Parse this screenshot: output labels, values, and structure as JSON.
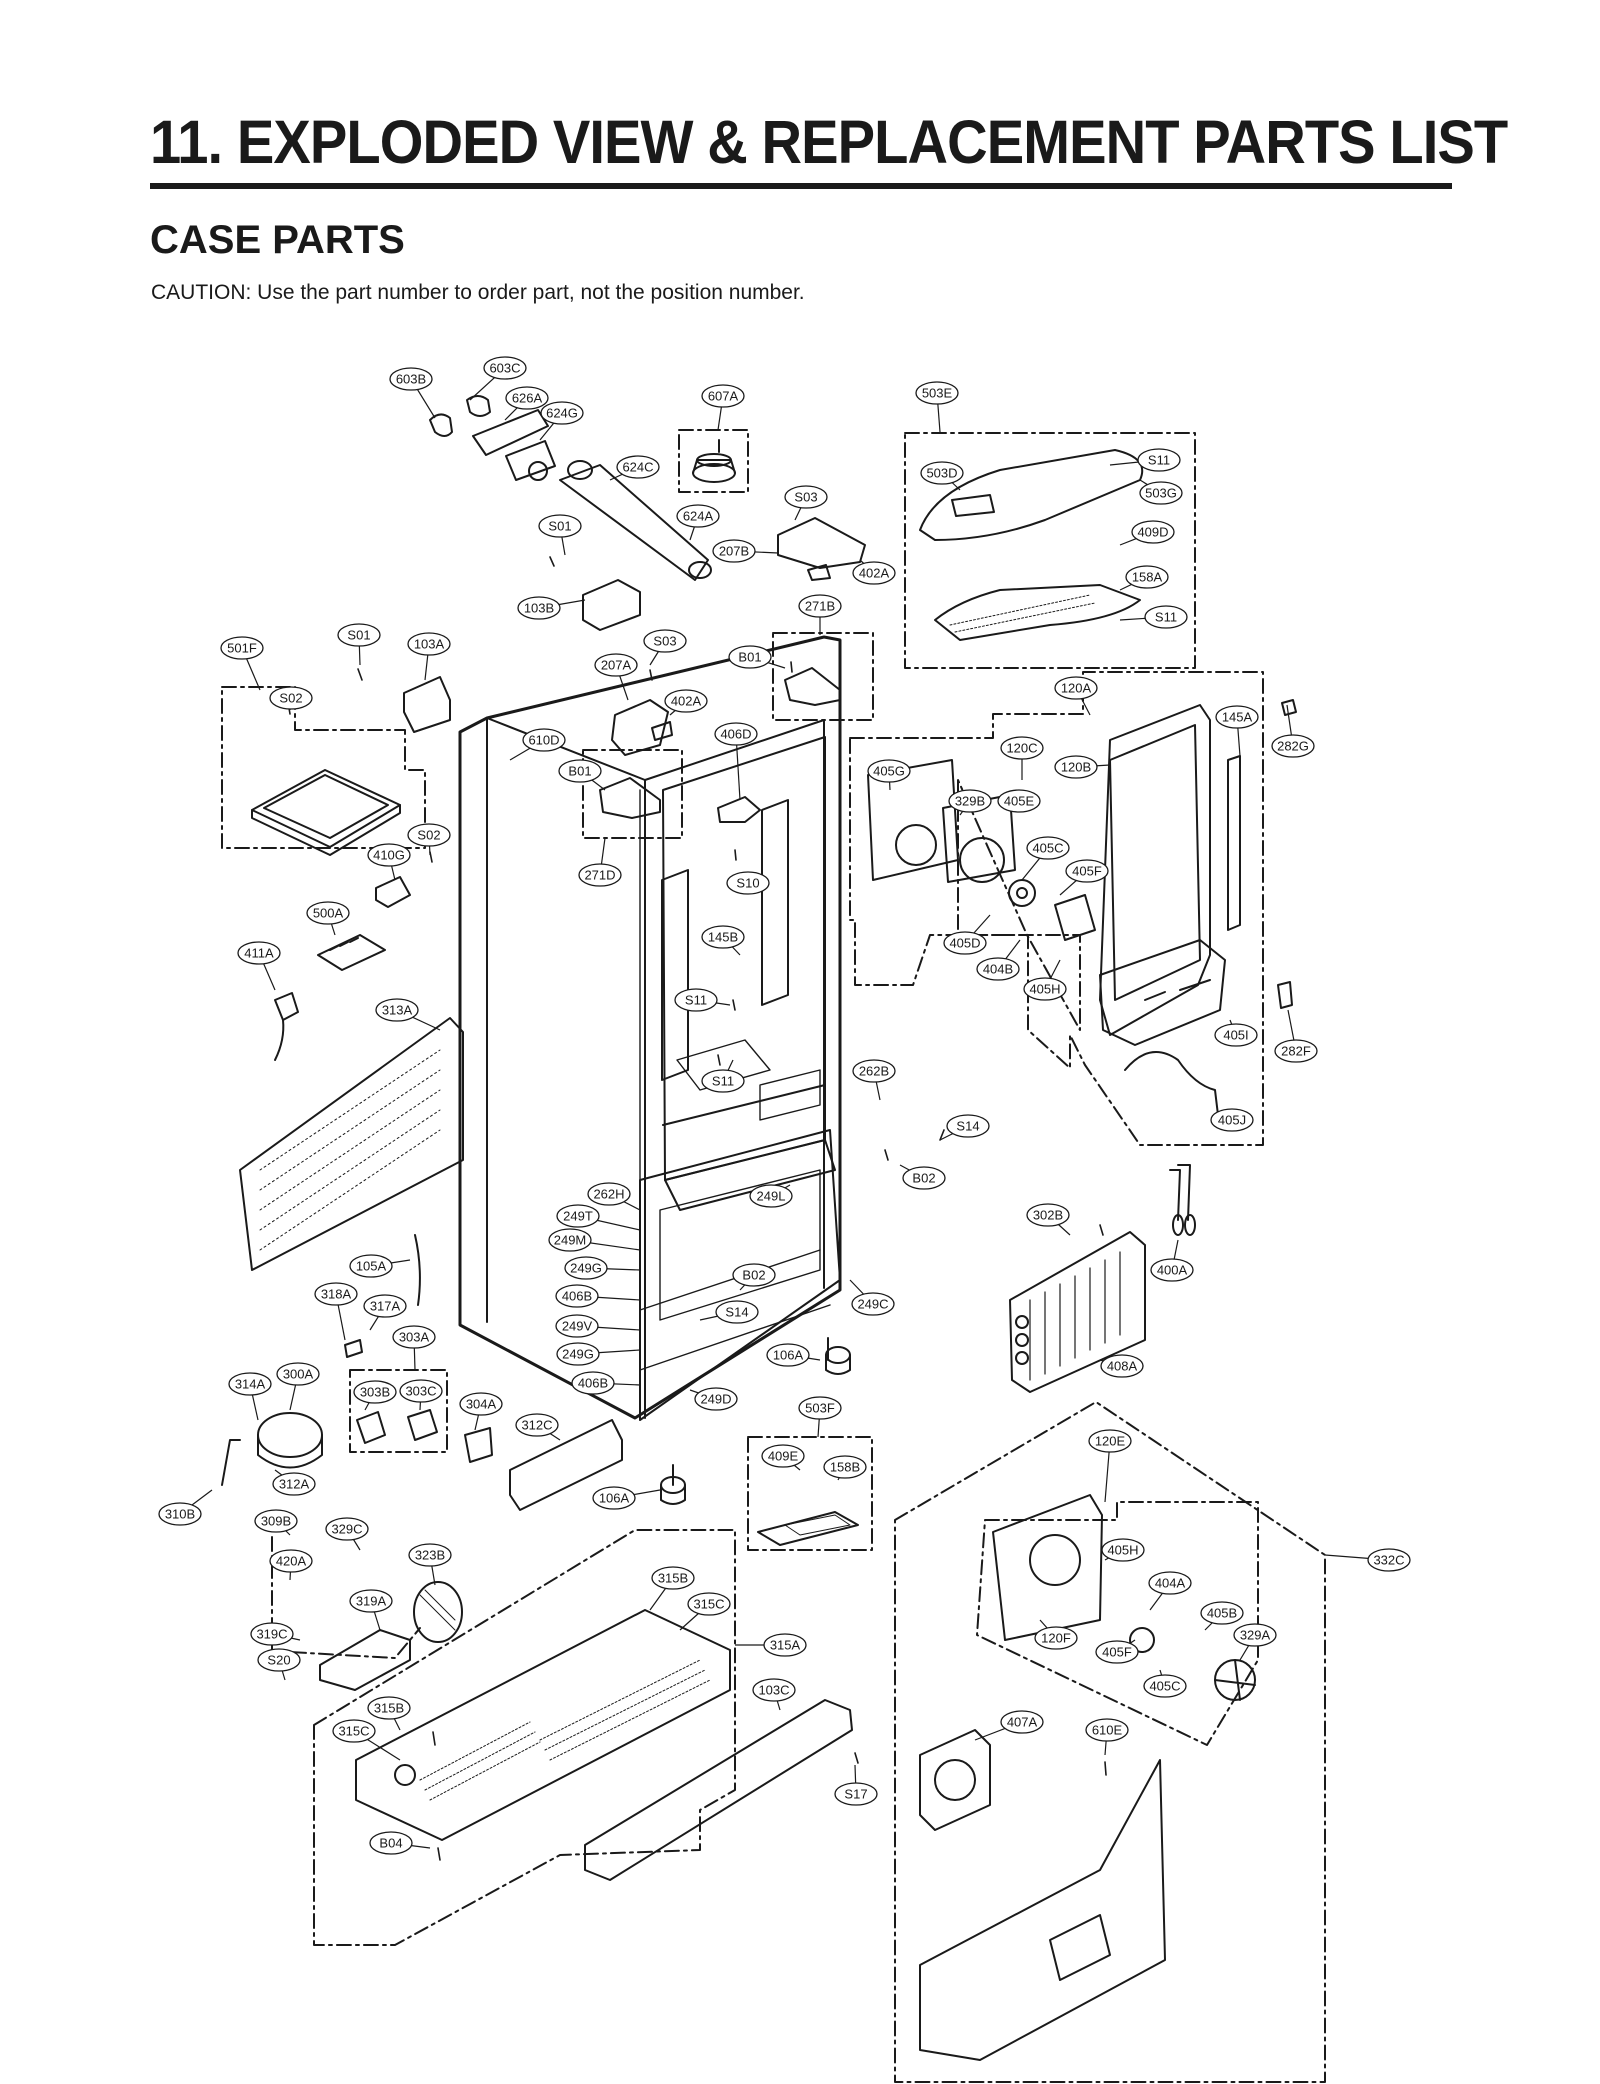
{
  "header": {
    "title": "11. EXPLODED VIEW & REPLACEMENT PARTS LIST",
    "section": "CASE PARTS",
    "caution": "CAUTION: Use the part number to order part, not the position number."
  },
  "parts": [
    {
      "label": "603B"
    },
    {
      "label": "603C"
    },
    {
      "label": "626A"
    },
    {
      "label": "624G"
    },
    {
      "label": "624C"
    },
    {
      "label": "607A"
    },
    {
      "label": "503E"
    },
    {
      "label": "503D"
    },
    {
      "label": "S11"
    },
    {
      "label": "503G"
    },
    {
      "label": "409D"
    },
    {
      "label": "158A"
    },
    {
      "label": "S11"
    },
    {
      "label": "S03"
    },
    {
      "label": "207B"
    },
    {
      "label": "402A"
    },
    {
      "label": "624A"
    },
    {
      "label": "S01"
    },
    {
      "label": "103B"
    },
    {
      "label": "271B"
    },
    {
      "label": "501F"
    },
    {
      "label": "S01"
    },
    {
      "label": "103A"
    },
    {
      "label": "S03"
    },
    {
      "label": "207A"
    },
    {
      "label": "B01"
    },
    {
      "label": "S02"
    },
    {
      "label": "402A"
    },
    {
      "label": "610D"
    },
    {
      "label": "406D"
    },
    {
      "label": "B01"
    },
    {
      "label": "120A"
    },
    {
      "label": "145A"
    },
    {
      "label": "282G"
    },
    {
      "label": "120C"
    },
    {
      "label": "405G"
    },
    {
      "label": "120B"
    },
    {
      "label": "329B"
    },
    {
      "label": "405E"
    },
    {
      "label": "S02"
    },
    {
      "label": "410G"
    },
    {
      "label": "271D"
    },
    {
      "label": "S10"
    },
    {
      "label": "405C"
    },
    {
      "label": "405F"
    },
    {
      "label": "500A"
    },
    {
      "label": "405D"
    },
    {
      "label": "411A"
    },
    {
      "label": "145B"
    },
    {
      "label": "404B"
    },
    {
      "label": "405H"
    },
    {
      "label": "S11"
    },
    {
      "label": "313A"
    },
    {
      "label": "405I"
    },
    {
      "label": "282F"
    },
    {
      "label": "262B"
    },
    {
      "label": "S11"
    },
    {
      "label": "S14"
    },
    {
      "label": "405J"
    },
    {
      "label": "B02"
    },
    {
      "label": "262H"
    },
    {
      "label": "249L"
    },
    {
      "label": "302B"
    },
    {
      "label": "249T"
    },
    {
      "label": "249M"
    },
    {
      "label": "249G"
    },
    {
      "label": "105A"
    },
    {
      "label": "400A"
    },
    {
      "label": "B02"
    },
    {
      "label": "406B"
    },
    {
      "label": "318A"
    },
    {
      "label": "249C"
    },
    {
      "label": "317A"
    },
    {
      "label": "S14"
    },
    {
      "label": "249V"
    },
    {
      "label": "303A"
    },
    {
      "label": "408A"
    },
    {
      "label": "249G"
    },
    {
      "label": "106A"
    },
    {
      "label": "300A"
    },
    {
      "label": "314A"
    },
    {
      "label": "303B"
    },
    {
      "label": "303C"
    },
    {
      "label": "406B"
    },
    {
      "label": "249D"
    },
    {
      "label": "304A"
    },
    {
      "label": "503F"
    },
    {
      "label": "312C"
    },
    {
      "label": "120E"
    },
    {
      "label": "409E"
    },
    {
      "label": "158B"
    },
    {
      "label": "312A"
    },
    {
      "label": "106A"
    },
    {
      "label": "310B"
    },
    {
      "label": "309B"
    },
    {
      "label": "329C"
    },
    {
      "label": "405H"
    },
    {
      "label": "332C"
    },
    {
      "label": "420A"
    },
    {
      "label": "323B"
    },
    {
      "label": "404A"
    },
    {
      "label": "315B"
    },
    {
      "label": "319A"
    },
    {
      "label": "315C"
    },
    {
      "label": "405B"
    },
    {
      "label": "319C"
    },
    {
      "label": "120F"
    },
    {
      "label": "329A"
    },
    {
      "label": "405F"
    },
    {
      "label": "315A"
    },
    {
      "label": "S20"
    },
    {
      "label": "405C"
    },
    {
      "label": "103C"
    },
    {
      "label": "315B"
    },
    {
      "label": "407A"
    },
    {
      "label": "610E"
    },
    {
      "label": "315C"
    },
    {
      "label": "S17"
    },
    {
      "label": "B04"
    }
  ],
  "colors": {
    "ink": "#1a1a1a",
    "paper": "#ffffff"
  }
}
